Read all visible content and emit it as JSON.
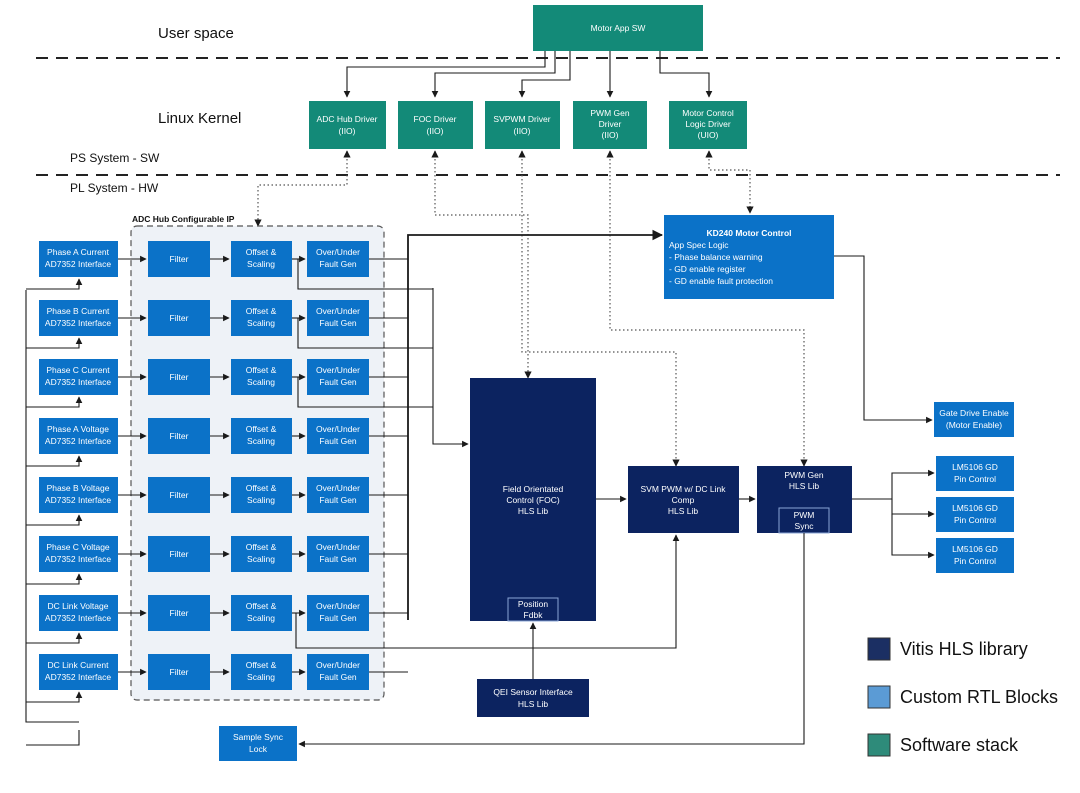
{
  "sections": {
    "user_space": "User space",
    "linux_kernel": "Linux Kernel",
    "ps_system": "PS System - SW",
    "pl_system": "PL System - HW",
    "adc_hub": "ADC Hub Configurable IP"
  },
  "motor_app": "Motor App SW",
  "drivers": [
    {
      "line1": "ADC Hub Driver",
      "line2": "(IIO)",
      "line3": ""
    },
    {
      "line1": "FOC Driver",
      "line2": "(IIO)",
      "line3": ""
    },
    {
      "line1": "SVPWM Driver",
      "line2": "(IIO)",
      "line3": ""
    },
    {
      "line1": "PWM Gen",
      "line2": "Driver",
      "line3": "(IIO)"
    },
    {
      "line1": "Motor Control",
      "line2": "Logic Driver",
      "line3": "(UIO)"
    }
  ],
  "interfaces": [
    {
      "line1": "Phase A Current",
      "line2": "AD7352 Interface"
    },
    {
      "line1": "Phase B Current",
      "line2": "AD7352 Interface"
    },
    {
      "line1": "Phase C Current",
      "line2": "AD7352 Interface"
    },
    {
      "line1": "Phase A Voltage",
      "line2": "AD7352 Interface"
    },
    {
      "line1": "Phase B Voltage",
      "line2": "AD7352 Interface"
    },
    {
      "line1": "Phase C Voltage",
      "line2": "AD7352 Interface"
    },
    {
      "line1": "DC Link Voltage",
      "line2": "AD7352 Interface"
    },
    {
      "line1": "DC Link Current",
      "line2": "AD7352 Interface"
    }
  ],
  "adc_labels": {
    "filter": "Filter",
    "offset1": "Offset &",
    "offset2": "Scaling",
    "fault1": "Over/Under",
    "fault2": "Fault Gen"
  },
  "kd240": {
    "title": "KD240 Motor Control",
    "lines": [
      "App Spec Logic",
      "- Phase balance warning",
      "- GD enable register",
      "- GD enable fault protection"
    ]
  },
  "foc": {
    "line1": "Field Orientated",
    "line2": "Control (FOC)",
    "line3": "HLS Lib",
    "pos1": "Position",
    "pos2": "Fdbk"
  },
  "svm": {
    "line1": "SVM PWM w/ DC Link",
    "line2": "Comp",
    "line3": "HLS Lib"
  },
  "pwm": {
    "line1": "PWM Gen",
    "line2": "HLS Lib",
    "sync1": "PWM",
    "sync2": "Sync"
  },
  "gate": {
    "line1": "Gate Drive Enable",
    "line2": "(Motor Enable)"
  },
  "lm": {
    "line1": "LM5106 GD",
    "line2": "Pin Control"
  },
  "qei": {
    "line1": "QEI Sensor Interface",
    "line2": "HLS Lib"
  },
  "sample_sync": {
    "line1": "Sample Sync",
    "line2": "Lock"
  },
  "legend": [
    {
      "label": "Vitis HLS library",
      "color": "#1b2f63"
    },
    {
      "label": "Custom RTL Blocks",
      "color": "#5b9bd5"
    },
    {
      "label": "Software stack",
      "color": "#2e8b7a"
    }
  ],
  "colors": {
    "software": "#138a78",
    "rtl": "#0b72c8",
    "hls": "#0c2360"
  }
}
